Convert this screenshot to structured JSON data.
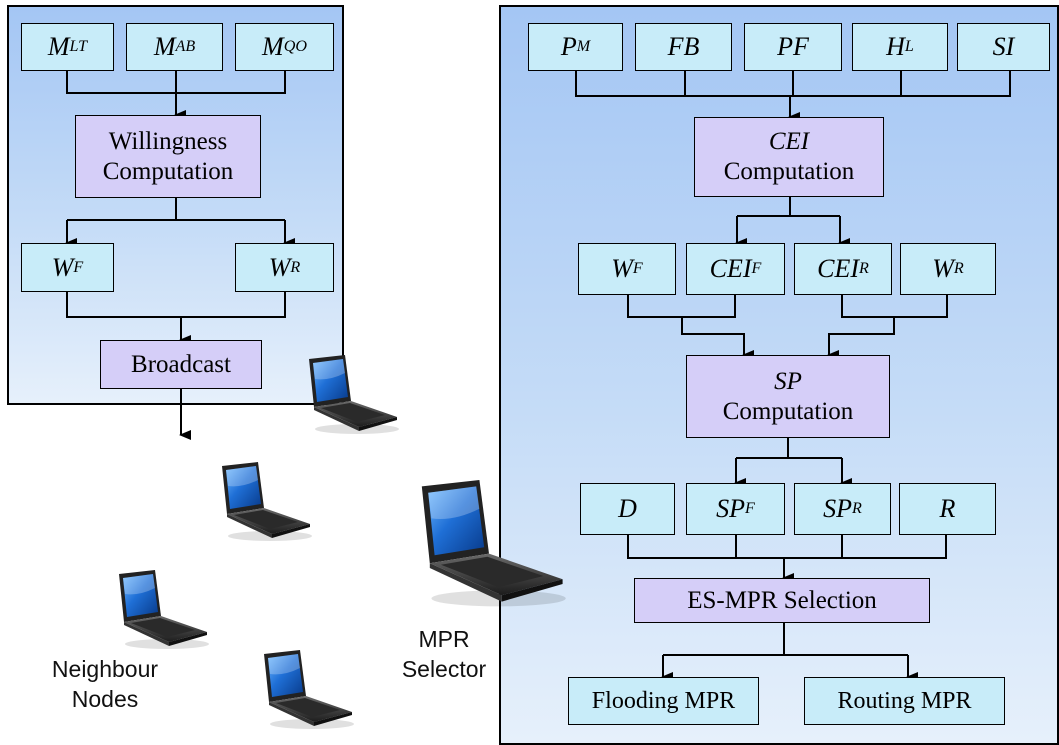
{
  "left": {
    "inputs": [
      {
        "base": "M",
        "sub": "LT"
      },
      {
        "base": "M",
        "sub": "AB"
      },
      {
        "base": "M",
        "sub": "QO"
      }
    ],
    "computation": {
      "line1": "Willingness",
      "line2": "Computation"
    },
    "outputs": [
      {
        "base": "W",
        "sub": "F"
      },
      {
        "base": "W",
        "sub": "R"
      }
    ],
    "broadcast": "Broadcast"
  },
  "right": {
    "inputs": [
      {
        "base": "P",
        "sub": "M",
        "sup": ""
      },
      {
        "base": "FB",
        "sub": "",
        "sup": ""
      },
      {
        "base": "PF",
        "sub": "",
        "sup": ""
      },
      {
        "base": "H",
        "sub": "",
        "sup": "L"
      },
      {
        "base": "SI",
        "sub": "",
        "sup": ""
      }
    ],
    "cei_computation": {
      "line1": "CEI",
      "line2": "Computation"
    },
    "row2": [
      {
        "base": "W",
        "sub": "F"
      },
      {
        "base": "CEI",
        "sub": "F"
      },
      {
        "base": "CEI",
        "sub": "R"
      },
      {
        "base": "W",
        "sub": "R"
      }
    ],
    "sp_computation": {
      "line1": "SP",
      "line2": "Computation"
    },
    "row3": [
      {
        "base": "D",
        "sub": ""
      },
      {
        "base": "SP",
        "sub": "F"
      },
      {
        "base": "SP",
        "sub": "R"
      },
      {
        "base": "R",
        "sub": ""
      }
    ],
    "selection": "ES-MPR Selection",
    "outputs": [
      "Flooding MPR",
      "Routing MPR"
    ]
  },
  "labels": {
    "mpr_selector": {
      "line1": "MPR",
      "line2": "Selector"
    },
    "neighbour_nodes": {
      "line1": "Neighbour",
      "line2": "Nodes"
    }
  },
  "colors": {
    "input_box": "#c8ecf9",
    "computation_box": "#d5cef8",
    "panel_top": "#a4c6f4",
    "panel_bottom": "#e6f0fb"
  },
  "icons": [
    "laptop-icon"
  ]
}
